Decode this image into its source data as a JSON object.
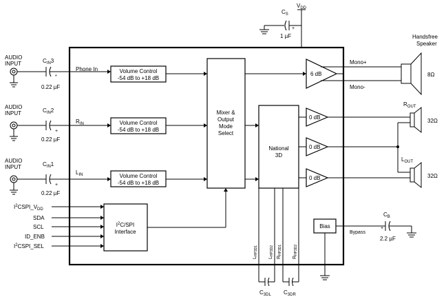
{
  "supply": {
    "vdd_label": "V",
    "vdd_sub": "DD",
    "cs_label": "C",
    "cs_sub": "S",
    "cs_value": "1 µF",
    "plus": "+"
  },
  "inputs": [
    {
      "audio_label_1": "AUDIO",
      "audio_label_2": "INPUT",
      "cap_label": "C",
      "cap_sub": "IN",
      "cap_num": "3",
      "cap_value": "0.22 µF",
      "signal": "Phone In"
    },
    {
      "audio_label_1": "AUDIO",
      "audio_label_2": "INPUT",
      "cap_label": "C",
      "cap_sub": "IN",
      "cap_num": "2",
      "cap_value": "0.22 µF",
      "signal_main": "R",
      "signal_sub": "IN"
    },
    {
      "audio_label_1": "AUDIO",
      "audio_label_2": "INPUT",
      "cap_label": "C",
      "cap_sub": "IN",
      "cap_num": "1",
      "cap_value": "0.22 µF",
      "signal_main": "L",
      "signal_sub": "IN"
    }
  ],
  "volume_control": {
    "line1": "Volume Control",
    "line2": "-54 dB to +18 dB"
  },
  "mixer": {
    "line1": "Mixer &",
    "line2": "Output",
    "line3": "Mode",
    "line4": "Select"
  },
  "national3d": {
    "line1": "National",
    "line2": "3D"
  },
  "amps": {
    "mono_gain": "6 dB",
    "zero_gain": "0 dB"
  },
  "outputs": {
    "mono_plus": "Mono+",
    "mono_minus": "Mono-",
    "speaker_1": "Handsfree",
    "speaker_2": "Speaker",
    "speaker_ohm": "8Ω",
    "rout_main": "R",
    "rout_sub": "OUT",
    "rout_ohm": "32Ω",
    "lout_main": "L",
    "lout_sub": "OUT",
    "lout_ohm": "32Ω"
  },
  "i2c": {
    "line1_pre": "I",
    "line1_sup": "2",
    "line1_post": "C/SPI",
    "line2": "Interface",
    "pins": {
      "p1_pre": "I",
      "p1_sup": "2",
      "p1_mid": "CSPI_V",
      "p1_sub": "DD",
      "sda": "SDA",
      "scl": "SCL",
      "id_enb": "ID_ENB",
      "p5_pre": "I",
      "p5_sup": "2",
      "p5_post": "CSPI_SEL"
    }
  },
  "bias": {
    "label": "Bias",
    "bypass": "Bypass",
    "cb_label": "C",
    "cb_sub": "B",
    "cb_value": "2.2 µF"
  },
  "hp3d": {
    "pins": [
      "L",
      "HP3D1",
      "L",
      "HP3D2",
      "R",
      "HP3D1",
      "R",
      "HP3D2"
    ],
    "c3dl_main": "C",
    "c3dl_sub": "3DL",
    "c3dr_main": "C",
    "c3dr_sub": "3DR"
  }
}
